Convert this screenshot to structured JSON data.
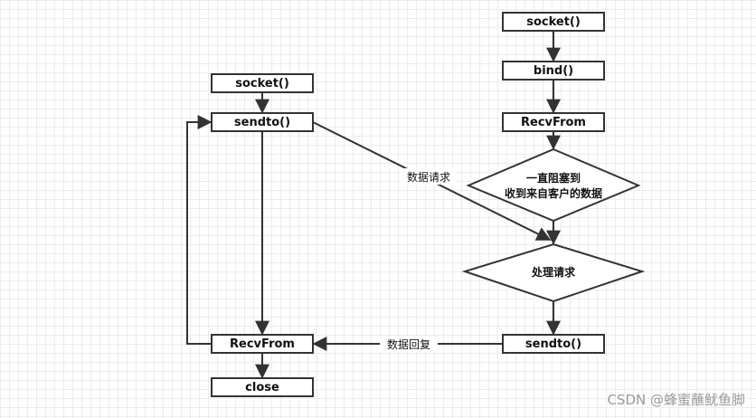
{
  "client": {
    "socket": "socket()",
    "sendto": "sendto()",
    "recvfrom": "RecvFrom",
    "close": "close"
  },
  "server": {
    "socket": "socket()",
    "bind": "bind()",
    "recvfrom": "RecvFrom",
    "block_line1": "一直阻塞到",
    "block_line2": "收到来自客户的数据",
    "process": "处理请求",
    "sendto": "sendto()"
  },
  "edges": {
    "request": "数据请求",
    "reply": "数据回复"
  },
  "watermark": "CSDN @蜂蜜蘸鱿鱼脚",
  "colors": {
    "stroke": "#333333",
    "grid": "#ececec",
    "background": "#ffffff"
  }
}
